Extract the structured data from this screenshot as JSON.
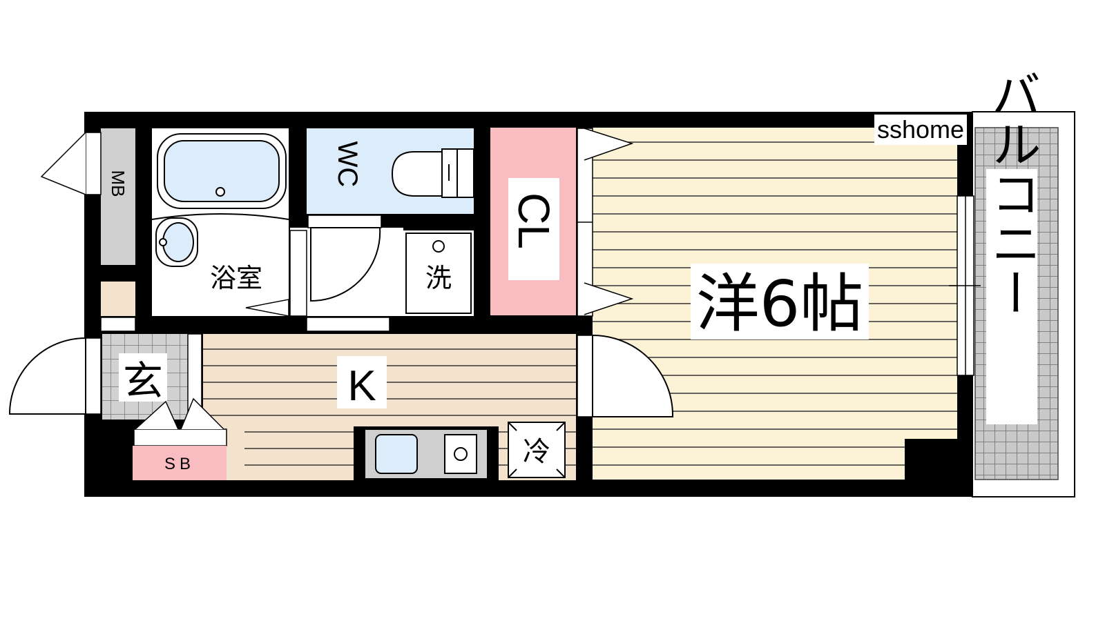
{
  "watermark": "sshome",
  "rooms": {
    "western": "洋6帖",
    "kitchen": "K",
    "bathroom": "浴室",
    "toilet": "WC",
    "closet": "CL",
    "washer": "洗",
    "fridge": "冷",
    "entrance": "玄",
    "meter_box": "MB",
    "shoe_box": "SB",
    "balcony": "バルコニー"
  },
  "colors": {
    "wall": "#000000",
    "western_floor": "#fcf2d6",
    "kitchen_floor": "#f3e3cc",
    "bath": "#dcecfb",
    "toilet": "#dcecfb",
    "closet": "#f9bcc1",
    "shoe_box": "#f9bcc1",
    "meter_box": "#cfcfcf",
    "balcony_tile": "#c8c8c8"
  }
}
